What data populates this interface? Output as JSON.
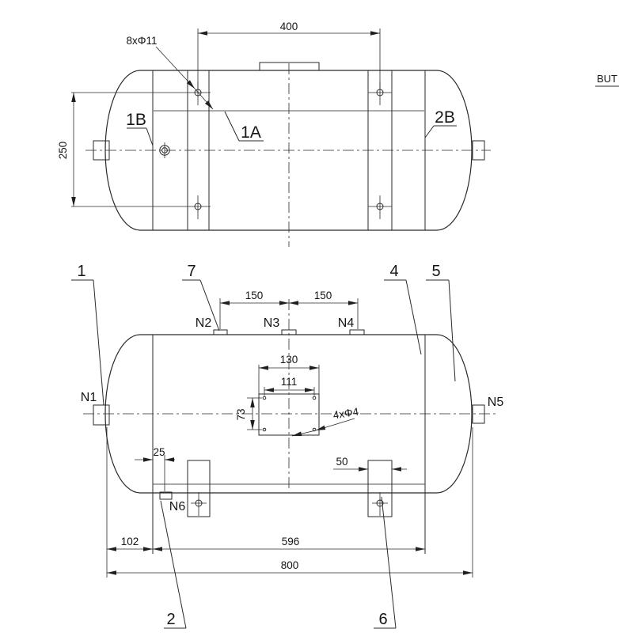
{
  "corner_note": "BUT",
  "top_view": {
    "dim_400": "400",
    "dim_250": "250",
    "label_8x11": "8xΦ11",
    "label_1a": "1A",
    "label_1b": "1B",
    "label_2b": "2B"
  },
  "front_view": {
    "dim_150_left": "150",
    "dim_150_right": "150",
    "dim_130": "130",
    "dim_111": "111",
    "dim_73": "73",
    "label_4x4": "4xΦ4",
    "dim_25": "25",
    "dim_50": "50",
    "dim_102": "102",
    "dim_596": "596",
    "dim_800": "800",
    "item_1": "1",
    "item_2": "2",
    "item_4": "4",
    "item_5": "5",
    "item_6": "6",
    "item_7": "7",
    "n1": "N1",
    "n2": "N2",
    "n3": "N3",
    "n4": "N4",
    "n5": "N5",
    "n6": "N6"
  },
  "colors": {
    "line": "#2a2a2a",
    "seam_line": "#8f8f8f",
    "background": "#ffffff"
  }
}
